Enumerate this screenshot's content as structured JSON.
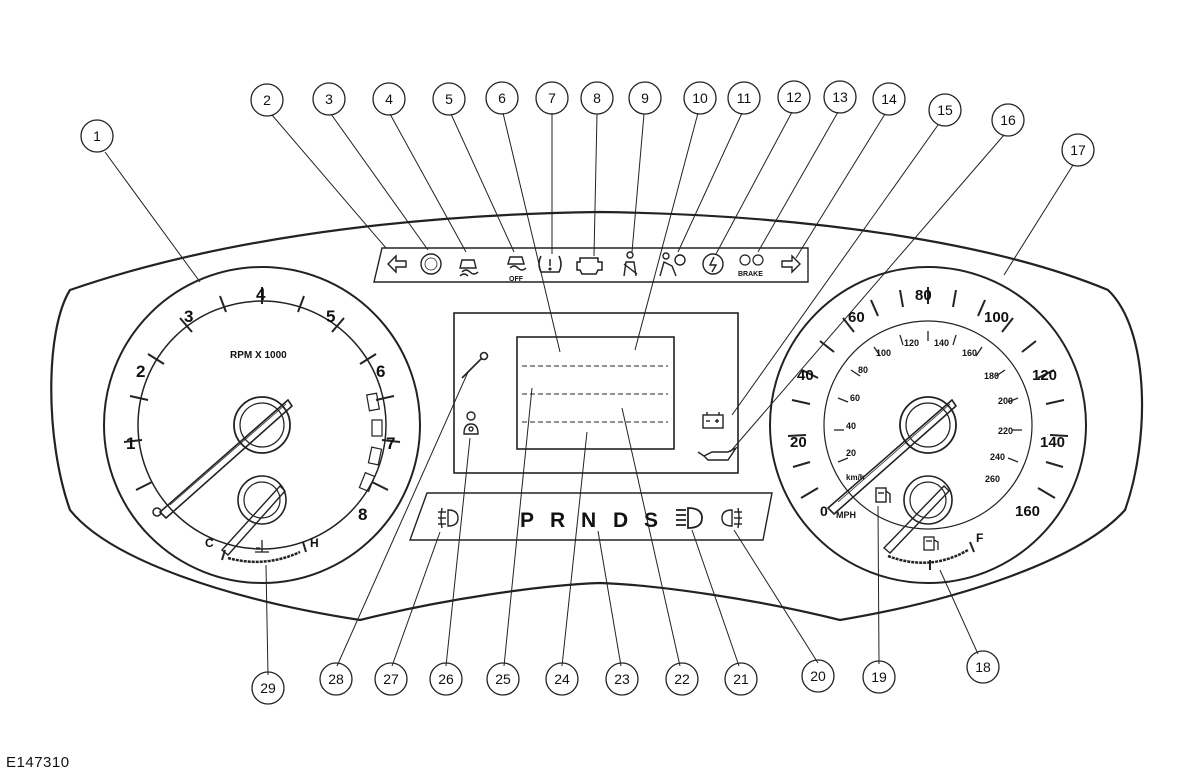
{
  "figure_id": "E147310",
  "callouts": [
    "1",
    "2",
    "3",
    "4",
    "5",
    "6",
    "7",
    "8",
    "9",
    "10",
    "11",
    "12",
    "13",
    "14",
    "15",
    "16",
    "17",
    "18",
    "19",
    "20",
    "21",
    "22",
    "23",
    "24",
    "25",
    "26",
    "27",
    "28",
    "29"
  ],
  "tachometer": {
    "label": "RPM X 1000",
    "numbers": [
      "1",
      "2",
      "3",
      "4",
      "5",
      "6",
      "7",
      "8"
    ],
    "temp_cold": "C",
    "temp_hot": "H"
  },
  "speedometer": {
    "mph_numbers": [
      "20",
      "40",
      "60",
      "80",
      "100",
      "120",
      "140",
      "160"
    ],
    "kmh_numbers": [
      "20",
      "40",
      "60",
      "80",
      "100",
      "120",
      "140",
      "160",
      "180",
      "200",
      "220",
      "240",
      "260"
    ],
    "zero": "0",
    "unit_mph": "MPH",
    "unit_kmh": "km/h",
    "fuel_full": "F"
  },
  "warning_labels": {
    "off": "OFF",
    "brake": "BRAKE"
  },
  "gear_selector": [
    "P",
    "R",
    "N",
    "D",
    "S"
  ]
}
